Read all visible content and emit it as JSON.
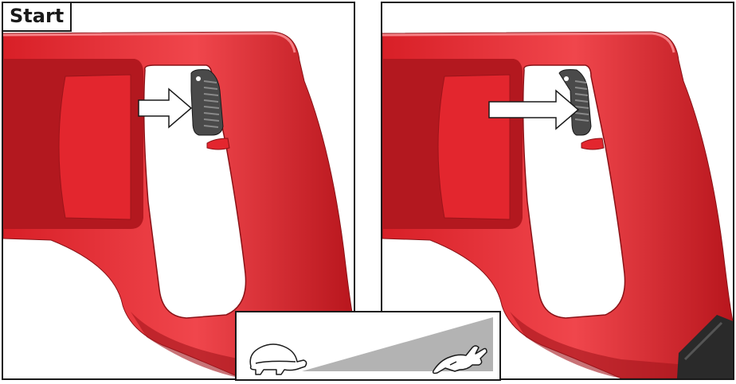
{
  "panels": [
    {
      "label": "Start",
      "trigger_state": "partially-pressed"
    },
    {
      "label": "",
      "trigger_state": "fully-pressed"
    }
  ],
  "legend": {
    "low_speed_icon": "turtle-icon",
    "high_speed_icon": "rabbit-icon",
    "ramp_color": "#b3b3b3"
  },
  "colors": {
    "tool_body": "#e3262e",
    "tool_shadow": "#a3161c",
    "tool_highlight": "#f2555a",
    "trigger": "#4a4a4a",
    "arrow": "#ffffff",
    "outline": "#1a1a1a"
  }
}
